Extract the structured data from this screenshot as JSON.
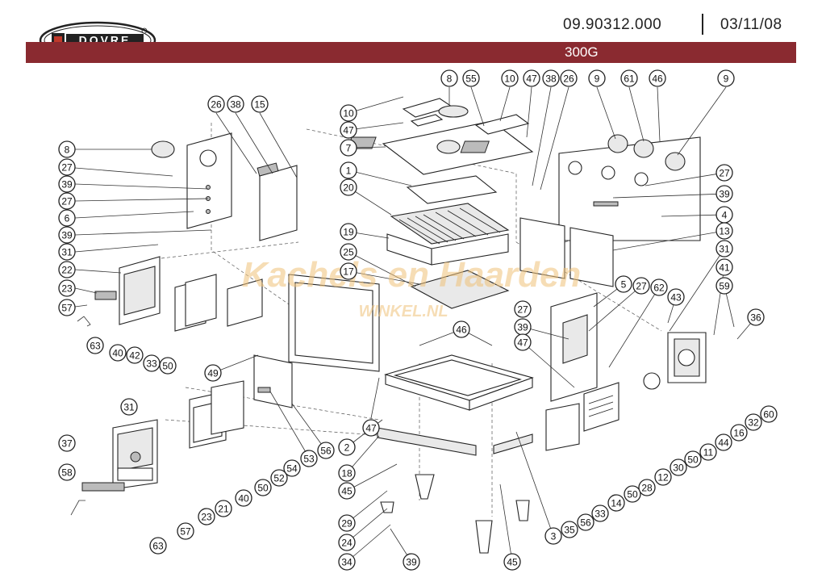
{
  "header": {
    "document_number": "09.90312.000",
    "date": "03/11/08",
    "model": "300G",
    "brand": "DOVRE",
    "band_color": "#8a2a30"
  },
  "watermark": {
    "line1": "Kachels en Haarden",
    "line2": "WINKEL.NL",
    "color": "#f0c27a"
  },
  "callouts": [
    "1",
    "2",
    "3",
    "4",
    "5",
    "6",
    "7",
    "8",
    "9",
    "10",
    "11",
    "12",
    "13",
    "14",
    "15",
    "16",
    "17",
    "18",
    "19",
    "20",
    "21",
    "22",
    "23",
    "24",
    "25",
    "26",
    "27",
    "28",
    "29",
    "30",
    "31",
    "32",
    "33",
    "34",
    "35",
    "36",
    "37",
    "38",
    "39",
    "40",
    "41",
    "42",
    "43",
    "44",
    "45",
    "46",
    "47",
    "49",
    "50",
    "52",
    "53",
    "54",
    "55",
    "56",
    "57",
    "58",
    "59",
    "60",
    "61",
    "62",
    "63"
  ]
}
